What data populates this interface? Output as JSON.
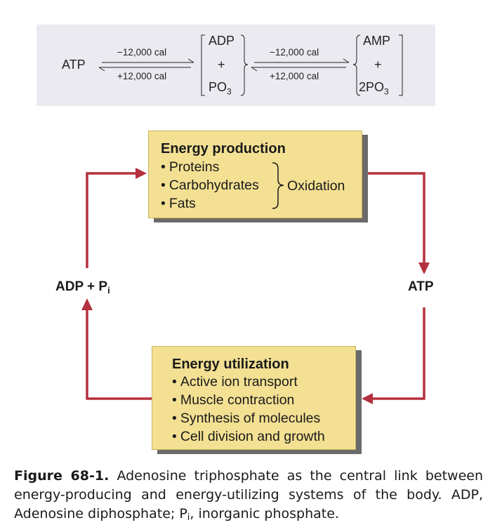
{
  "equation": {
    "atp": "ATP",
    "step1_top": "−12,000 cal",
    "step1_bottom": "+12,000 cal",
    "adp": "ADP",
    "plus1": "+",
    "po3": "PO",
    "po3_sub": "3",
    "step2_top": "−12,000 cal",
    "step2_bottom": "+12,000 cal",
    "amp": "AMP",
    "plus2": "+",
    "two_po3": "2PO",
    "two_po3_sub": "3"
  },
  "production_box": {
    "title": "Energy production",
    "items": [
      "Proteins",
      "Carbohydrates",
      "Fats"
    ],
    "bracket_label": "Oxidation"
  },
  "utilization_box": {
    "title": "Energy utilization",
    "items": [
      "Active ion transport",
      "Muscle contraction",
      "Synthesis of molecules",
      "Cell division and growth"
    ]
  },
  "nodes": {
    "left": "ADP + P",
    "left_sub": "i",
    "right": "ATP"
  },
  "caption": {
    "figure_label": "Figure 68-1.",
    "text_1": " Adenosine triphosphate as the central link between energy-producing and energy-utilizing systems of the body. ADP, Adenosine diphosphate; P",
    "text_sub": "i",
    "text_2": ", inorganic phosphate."
  },
  "colors": {
    "arrow": "#b5303f",
    "box_fill": "#f3e093",
    "panel_fill": "#eceaf1"
  },
  "bullet": "•"
}
